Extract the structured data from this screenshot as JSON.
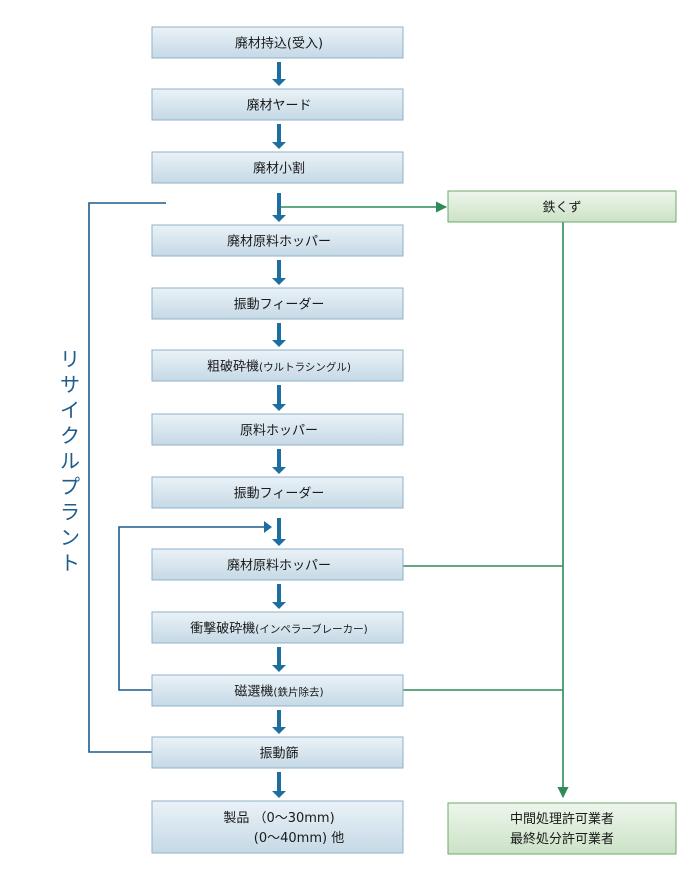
{
  "steps": [
    {
      "label": "廃材持込(受入)",
      "sub": ""
    },
    {
      "label": "廃材ヤード",
      "sub": ""
    },
    {
      "label": "廃材小割",
      "sub": ""
    },
    {
      "label": "廃材原料ホッパー",
      "sub": ""
    },
    {
      "label": "振動フィーダー",
      "sub": ""
    },
    {
      "label": "粗破砕機",
      "sub": "(ウルトラシングル)"
    },
    {
      "label": "原料ホッパー",
      "sub": ""
    },
    {
      "label": "振動フィーダー",
      "sub": ""
    },
    {
      "label": "廃材原料ホッパー",
      "sub": ""
    },
    {
      "label": "衝撃破砕機",
      "sub": "(インペラーブレーカー)"
    },
    {
      "label": "磁選機",
      "sub": "(鉄片除去)"
    },
    {
      "label": "振動篩",
      "sub": ""
    },
    {
      "label": "製品 （0～30mm)",
      "line2": "(0～40mm) 他"
    }
  ],
  "side_boxes": {
    "scrap": "鉄くず",
    "contractor_line1": "中間処理許可業者",
    "contractor_line2": "最終処分許可業者"
  },
  "loop_label": [
    "リ",
    "サ",
    "イ",
    "ク",
    "ル",
    "プ",
    "ラ",
    "ン",
    "ト"
  ],
  "colors": {
    "box_fill_top": "#e9f1f6",
    "box_fill_bottom": "#c7dae6",
    "box_border": "#8fb2c8",
    "flow_arrow": "#1d6fa0",
    "green_line": "#2e8b57",
    "green_box_top": "#eef5ec",
    "green_box_bottom": "#cde3c9",
    "green_box_border": "#6fa86a",
    "loop_line": "#1d5c8c"
  }
}
